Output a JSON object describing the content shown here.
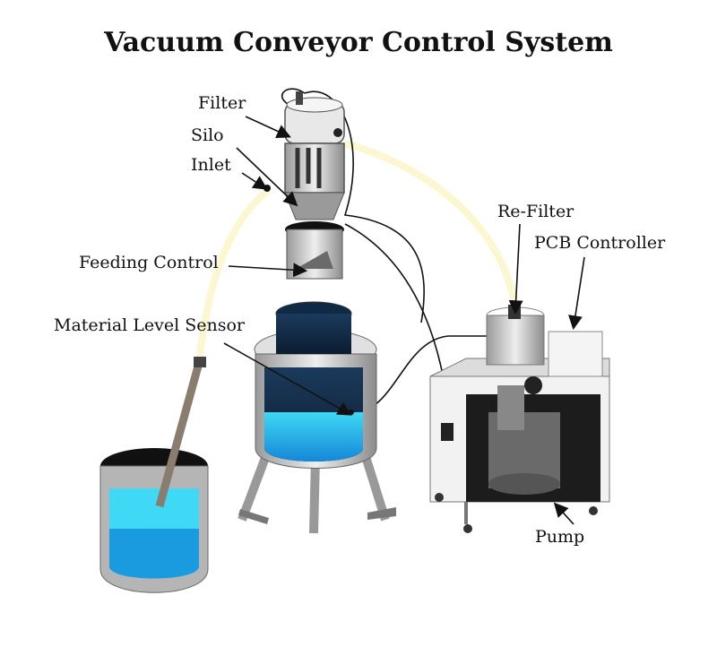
{
  "title": "Vacuum Conveyor Control System",
  "labels": {
    "filter": "Filter",
    "silo": "Silo",
    "inlet": "Inlet",
    "feeding_control": "Feeding Control",
    "material_level_sensor": "Material Level Sensor",
    "re_filter": "Re-Filter",
    "pcb_controller": "PCB Controller",
    "pump": "Pump"
  },
  "colors": {
    "liquid": "#1a9be0",
    "liquid_light": "#3fd8f5",
    "dark_tank": "#0f2a44",
    "metal": "#c8c8c8",
    "hose": "#fbf7d0"
  }
}
